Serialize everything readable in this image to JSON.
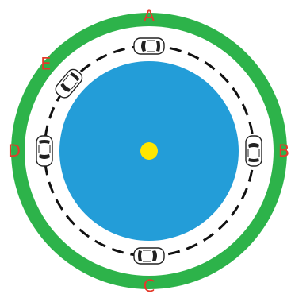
{
  "colors": {
    "outer_ring": "#2db34a",
    "road": "#ffffff",
    "lake": "#239dd8",
    "center_dot": "#ffe600",
    "lane_dash": "#111111",
    "label": "#e33a2a",
    "car_body": "#ffffff",
    "car_outline": "#222222",
    "car_glass": "#222222"
  },
  "positions": [
    {
      "id": "A",
      "label": "A",
      "angle_deg": -90
    },
    {
      "id": "E",
      "label": "E",
      "angle_deg": -140
    },
    {
      "id": "D",
      "label": "D",
      "angle_deg": 180
    },
    {
      "id": "C",
      "label": "C",
      "angle_deg": 90
    },
    {
      "id": "B",
      "label": "B",
      "angle_deg": 0
    }
  ]
}
